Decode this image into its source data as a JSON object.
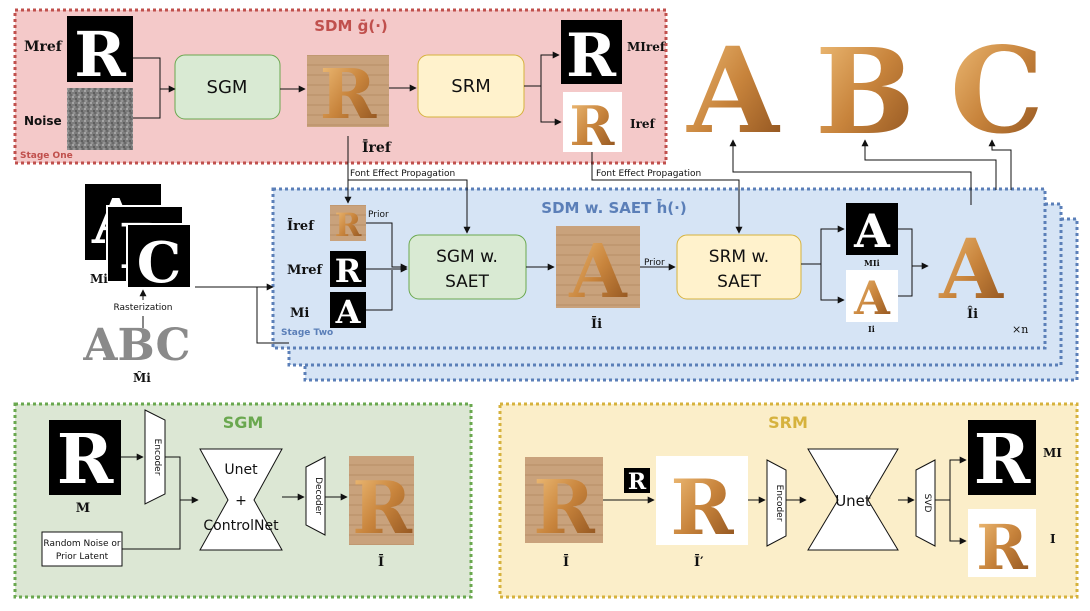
{
  "stage_one": {
    "title": "SDM ḡ(·)",
    "label": "Stage One",
    "m_ref": "Mref",
    "noise": "Noise",
    "sgm": "SGM",
    "srm": "SRM",
    "i_ref_bar": "Īref",
    "m_i_ref": "MIref",
    "i_ref": "Iref"
  },
  "propagation": {
    "left": "Font Effect Propagation",
    "right": "Font Effect Propagation"
  },
  "glyphs": {
    "outputs": [
      "A",
      "B",
      "C"
    ],
    "stack_letters": "A B",
    "abc_text": "ABC",
    "m_i_left": "Mi",
    "rasterization": "Rasterization",
    "m_hat": "M̂i"
  },
  "stage_two": {
    "title": "SDM w. SAET h̄(·)",
    "label": "Stage Two",
    "i_ref_bar": "Īref",
    "prior": "Prior",
    "m_ref": "Mref",
    "m_i": "Mi",
    "sgm_line1": "SGM w.",
    "sgm_line2": "SAET",
    "i_i_bar": "Īi",
    "prior2": "Prior",
    "srm_line1": "SRM w.",
    "srm_line2": "SAET",
    "m_ii": "MIi",
    "i_i": "Ii",
    "i_hat": "Îi",
    "times_n": "×n"
  },
  "sgm_panel": {
    "title": "SGM",
    "mask": "M",
    "encoder": "Encoder",
    "noise_line1": "Random Noise or",
    "noise_line2": "Prior Latent",
    "unet": "Unet",
    "plus": "+",
    "controlnet": "ControlNet",
    "decoder": "Decoder",
    "output": "Ī"
  },
  "srm_panel": {
    "title": "SRM",
    "input": "Ī",
    "r_small": "R",
    "input_prime": "Ī′",
    "encoder": "Encoder",
    "unet": "Unet",
    "svd": "SVD",
    "m_out": "MI",
    "i_out": "I"
  },
  "letter_r": "R",
  "letter_a": "A",
  "colors": {
    "stage_one_bg": "#f4c9c9",
    "stage_one_border": "#c0504d",
    "stage_two_bg": "#d6e4f5",
    "stage_two_border": "#5b7fb8",
    "sgm_bg": "#dce7d4",
    "sgm_border": "#6aa84f",
    "srm_bg": "#fbeec9",
    "srm_border": "#d6b23d",
    "green_box": "#d9ead3",
    "yellow_box": "#fff2cc",
    "croissant": "#d4954f"
  }
}
